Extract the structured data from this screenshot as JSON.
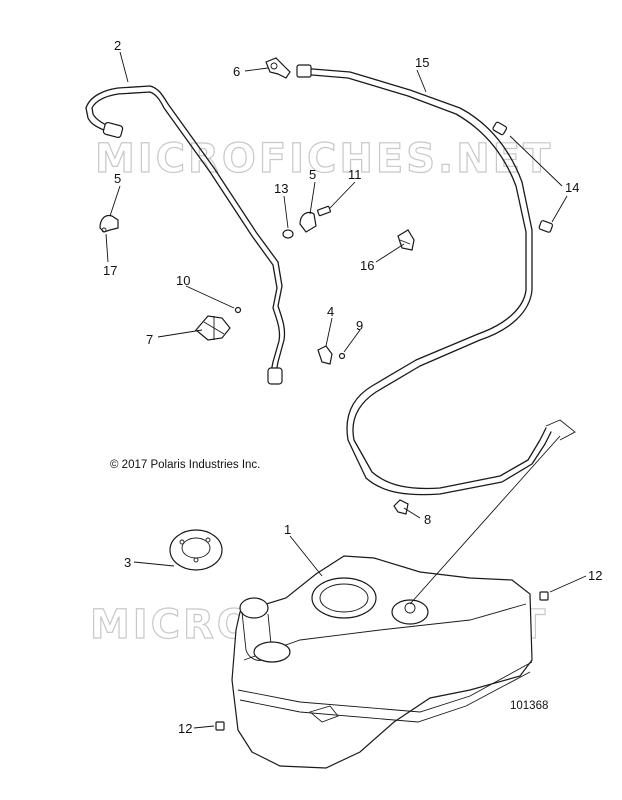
{
  "callouts": {
    "c1": "1",
    "c2": "2",
    "c3": "3",
    "c4": "4",
    "c5a": "5",
    "c5b": "5",
    "c6": "6",
    "c7": "7",
    "c8": "8",
    "c9": "9",
    "c10": "10",
    "c11": "11",
    "c12a": "12",
    "c12b": "12",
    "c13": "13",
    "c14": "14",
    "c15": "15",
    "c16": "16",
    "c17": "17"
  },
  "copyright": "© 2017 Polaris Industries Inc.",
  "diagram_number": "101368",
  "watermark": "MICROFICHES.NET"
}
